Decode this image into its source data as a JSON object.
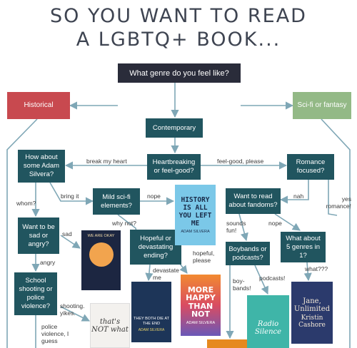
{
  "title": {
    "line1": "SO YOU WANT TO READ",
    "line2": "A LGBTQ+ BOOK..."
  },
  "nodes": {
    "start": "What genre do you feel like?",
    "historical": "Historical",
    "scifi_fantasy": "Sci-fi or fantasy",
    "contemporary": "Contemporary",
    "adam_silvera": "How about some Adam Silvera?",
    "heartbreaking": "Heartbreaking or feel-good?",
    "romance": "Romance focused?",
    "mild_scifi": "Mild sci-fi elements?",
    "fandoms": "Want to read about fandoms?",
    "sad_angry": "Want to be sad or angry?",
    "hopeful": "Hopeful or devastating ending?",
    "boybands": "Boybands or podcasts?",
    "five_genres": "What about 5 genres in 1?",
    "school": "School shooting or police violence?"
  },
  "edge_labels": {
    "break_heart": "break my heart",
    "feel_good": "feel-good, please",
    "whom": "whom?",
    "bring_it": "bring it",
    "nope_1": "nope",
    "nah": "nah",
    "yes_romance": "yes romance!",
    "why_not": "why not?",
    "sad": "sad",
    "sounds_fun": "sounds fun!",
    "nope_2": "nope",
    "hopeful_please": "hopeful, please",
    "angry": "angry",
    "devastate_me": "devastate me",
    "podcasts": "podcasts!",
    "what": "what???",
    "boy_bands": "boy-bands!",
    "shooting_yikes": "shooting. yikes.",
    "police_guess": "police violence, I guess"
  },
  "books": {
    "history": {
      "title": "HISTORY IS ALL YOU LEFT ME",
      "author": "ADAM SILVERA"
    },
    "okay": {
      "title": "WE ARE OKAY"
    },
    "die": {
      "title": "THEY BOTH DIE AT THE END",
      "author": "ADAM SILVERA"
    },
    "happy": {
      "title": "MORE HAPPY THAN NOT",
      "author": "ADAM SILVERA"
    },
    "wtnw": {
      "title": "that's NOT what"
    },
    "jane": {
      "title": "Jane, Unlimited",
      "author": "Kristin Cashore"
    },
    "radio": {
      "title": "Radio Silence"
    }
  },
  "colors": {
    "teal": "#21555f",
    "dark": "#2a2c3a",
    "red": "#c8494f",
    "green": "#93b986",
    "arrow": "#7fa7b6"
  }
}
